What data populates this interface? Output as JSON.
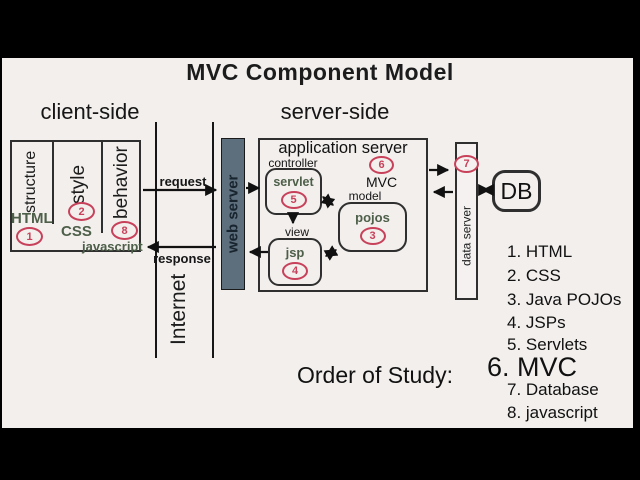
{
  "slide": {
    "title": "MVC Component Model",
    "client_heading": "client-side",
    "server_heading": "server-side",
    "order_label": "Order of Study:"
  },
  "client_box": {
    "columns": [
      {
        "layer": "structure",
        "tech": "HTML",
        "num": "1"
      },
      {
        "layer": "style",
        "tech": "CSS",
        "num": "2"
      },
      {
        "layer": "behavior",
        "tech": "javascript",
        "num": "8"
      }
    ]
  },
  "network": {
    "internet": "Internet",
    "request": "request",
    "response": "response",
    "web_server": "web server"
  },
  "app_server": {
    "title": "application server",
    "controller": "controller",
    "servlet": "servlet",
    "servlet_num": "5",
    "mvc_num": "6",
    "mvc": "MVC",
    "model": "model",
    "pojos": "pojos",
    "pojos_num": "3",
    "view": "view",
    "jsp": "jsp",
    "jsp_num": "4"
  },
  "data_tier": {
    "data_server": "data server",
    "num": "7",
    "db": "DB"
  },
  "study_list": {
    "items": [
      "1. HTML",
      "2. CSS",
      "3. Java POJOs",
      "4. JSPs",
      "5. Servlets",
      "6. MVC",
      "7. Database",
      "8. javascript"
    ]
  },
  "colors": {
    "panel_bg": "#f2efed",
    "accent_red": "#c8415a",
    "tech_green": "#4e5f49",
    "web_server_fill": "#5d6e7d",
    "ink": "#1c1c1c"
  }
}
